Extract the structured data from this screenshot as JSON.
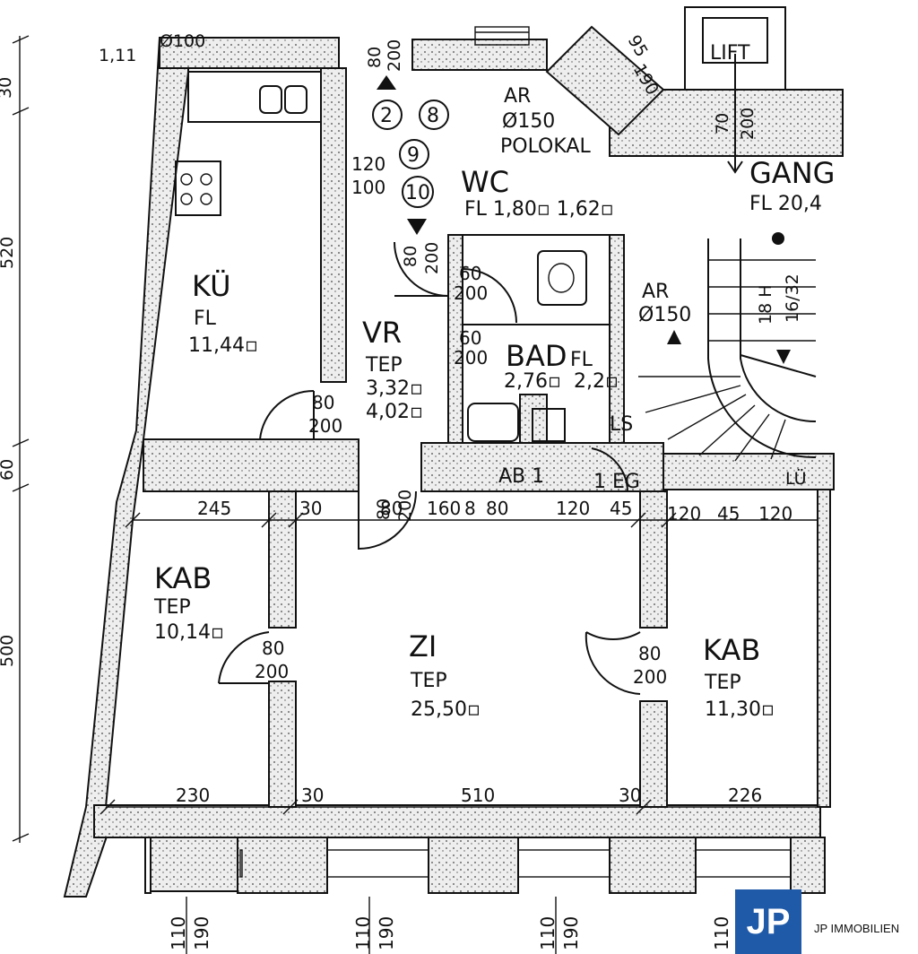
{
  "rooms": {
    "kueche": {
      "name": "KÜ",
      "floor": "FL",
      "area": "11,44▫"
    },
    "vorraum": {
      "name": "VR",
      "floor": "TEP",
      "area1": "3,32▫",
      "area2": "4,02▫"
    },
    "wc": {
      "name": "WC",
      "line": "FL 1,80▫ 1,62▫"
    },
    "bad": {
      "name": "BAD",
      "floor": "FL",
      "area1": "2,76▫",
      "area2": "2,2▫"
    },
    "gang": {
      "name": "GANG",
      "line": "FL 20,4"
    },
    "kabinett_left": {
      "name": "KAB",
      "floor": "TEP",
      "area": "10,14▫"
    },
    "zimmer": {
      "name": "ZI",
      "floor": "TEP",
      "area": "25,50▫"
    },
    "kabinett_right": {
      "name": "KAB",
      "floor": "TEP",
      "area": "11,30▫"
    }
  },
  "labels": {
    "lift": "LIFT",
    "ar_top": "AR",
    "ar_top_diam": "Ø150",
    "polokal": "POLOKAL",
    "ar_right": "AR",
    "ar_right_diam": "Ø150",
    "stairs": "18 H",
    "stairs_ratio": "16/32",
    "ab1": "AB 1",
    "eg": "1 EG",
    "ls": "LS",
    "lue": "LÜ",
    "top_note": "1,11",
    "top_note2": "Ø100"
  },
  "circles": [
    "2",
    "8",
    "9",
    "10"
  ],
  "dimensions": {
    "door_80_200": [
      "80",
      "200"
    ],
    "window_120_100": [
      "120",
      "100"
    ],
    "d_95": "95",
    "d_190": "190",
    "d_70": "70",
    "d_200": "200",
    "d_60": "60",
    "top_row": [
      "245",
      "30",
      "80",
      "160",
      "8",
      "80",
      "120",
      "45",
      "120",
      "45",
      "120"
    ],
    "bottom_row": [
      "230",
      "30",
      "510",
      "30",
      "226"
    ],
    "left_side": [
      "30",
      "520",
      "60",
      "500"
    ],
    "window_pairs": [
      [
        "110",
        "190"
      ],
      [
        "110",
        "190"
      ],
      [
        "110",
        "190"
      ],
      [
        "110"
      ]
    ]
  },
  "brand": {
    "logo": "JP",
    "name": "JP IMMOBILIEN",
    "color": "#1f5aa8"
  }
}
